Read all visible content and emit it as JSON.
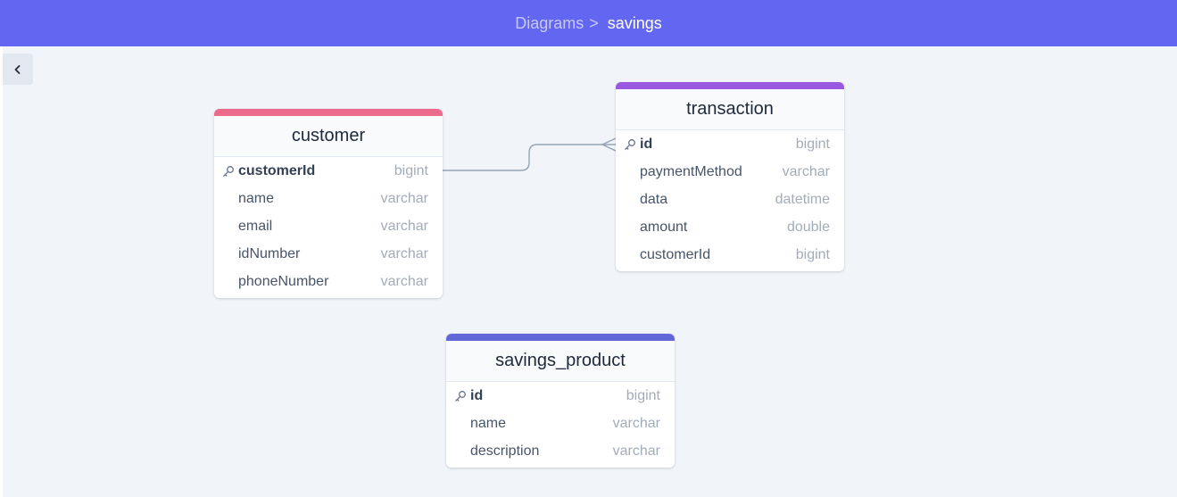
{
  "breadcrumb": {
    "parent": "Diagrams",
    "separator": ">",
    "current": "savings"
  },
  "sidebar_toggle": {
    "icon": "chevron-left-icon"
  },
  "relationships": [
    {
      "from": "customer.customerId",
      "to": "transaction.id",
      "cardinality": "one-to-many"
    }
  ],
  "tables": {
    "customer": {
      "title": "customer",
      "accent": "#ec6a8c",
      "columns": [
        {
          "name": "customerId",
          "type": "bigint",
          "pk": true
        },
        {
          "name": "name",
          "type": "varchar"
        },
        {
          "name": "email",
          "type": "varchar"
        },
        {
          "name": "idNumber",
          "type": "varchar"
        },
        {
          "name": "phoneNumber",
          "type": "varchar"
        }
      ]
    },
    "transaction": {
      "title": "transaction",
      "accent": "#9a57e0",
      "columns": [
        {
          "name": "id",
          "type": "bigint",
          "pk": true
        },
        {
          "name": "paymentMethod",
          "type": "varchar"
        },
        {
          "name": "data",
          "type": "datetime"
        },
        {
          "name": "amount",
          "type": "double"
        },
        {
          "name": "customerId",
          "type": "bigint"
        }
      ]
    },
    "savings_product": {
      "title": "savings_product",
      "accent": "#6366d6",
      "columns": [
        {
          "name": "id",
          "type": "bigint",
          "pk": true
        },
        {
          "name": "name",
          "type": "varchar"
        },
        {
          "name": "description",
          "type": "varchar"
        }
      ]
    }
  }
}
